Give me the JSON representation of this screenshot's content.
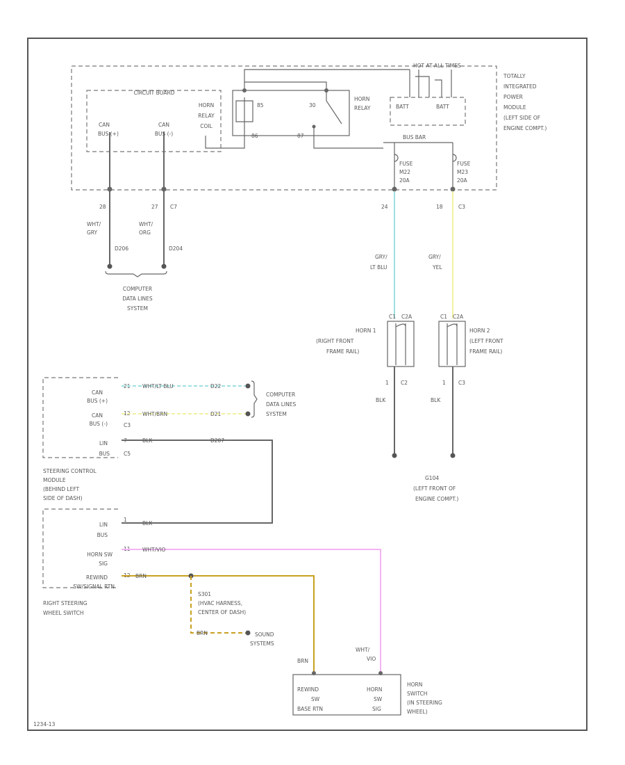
{
  "colors": {
    "lt_blu": "#9fe0e0",
    "yel": "#f0f0a0",
    "vio": "#f3b3f3",
    "brn": "#c8a020",
    "blk": "#555555"
  },
  "tipm": {
    "top_label": "HOT AT ALL TIMES",
    "side_label": [
      "TOTALLY",
      "INTEGRATED",
      "POWER",
      "MODULE",
      "(LEFT SIDE OF",
      "ENGINE COMPT.)"
    ],
    "circuit_board": "CIRCUIT BOARD",
    "can_h": [
      "CAN",
      "BUS (+)"
    ],
    "can_l": [
      "CAN",
      "BUS (-)"
    ],
    "horn_relay_coil": [
      "HORN",
      "RELAY",
      "COIL"
    ],
    "relay_pins": [
      "85",
      "30",
      "86",
      "87"
    ],
    "horn_relay": [
      "HORN",
      "RELAY"
    ],
    "batt_fuse": [
      "BATT",
      "BATT"
    ],
    "bus_bar": "BUS BAR",
    "fuse1": [
      "FUSE",
      "M22",
      "20A"
    ],
    "fuse2": [
      "FUSE",
      "M23",
      "20A"
    ]
  },
  "tipm_pins": {
    "p1": [
      "28",
      "C7"
    ],
    "p2": [
      "27",
      "C7"
    ],
    "p3": [
      "24",
      "C3"
    ],
    "p4": [
      "18",
      "C3"
    ]
  },
  "wires_top": {
    "w1": [
      "WHT/",
      "GRY"
    ],
    "w2": [
      "WHT/",
      "ORG"
    ],
    "splice1": "D206",
    "splice2": "D204",
    "w3": [
      "GRY/",
      "LT BLU"
    ],
    "w4": [
      "GRY/",
      "YEL"
    ]
  },
  "computer_data_top": [
    "COMPUTER",
    "DATA LINES",
    "SYSTEM"
  ],
  "horn1": {
    "pins": [
      "C1",
      "C2A"
    ],
    "label": [
      "HORN 1",
      "(RIGHT FRONT",
      "FRAME RAIL)"
    ],
    "ground_pin": [
      "1",
      "C2"
    ],
    "ground_wire": "BLK"
  },
  "horn2": {
    "pins": [
      "C1",
      "C2A"
    ],
    "label": [
      "HORN 2",
      "(LEFT FRONT",
      "FRAME RAIL)"
    ],
    "ground_pin": [
      "1",
      "C3"
    ],
    "ground_wire": "BLK"
  },
  "ground": [
    "G104",
    "(LEFT FRONT OF",
    "ENGINE COMPT.)"
  ],
  "scm": {
    "can_h": [
      "CAN",
      "BUS (+)"
    ],
    "can_l": [
      "CAN",
      "BUS (-)"
    ],
    "lin": [
      "LIN",
      "BUS"
    ],
    "pins": [
      "21",
      "12",
      "C3",
      "7",
      "C5"
    ],
    "wire_h": "WHT/LT BLU",
    "wire_l": "WHT/BRN",
    "wire_lin": "BLK",
    "splice_h": "D22",
    "splice_l": "D21",
    "splice_lin": "D207",
    "label": [
      "STEERING CONTROL",
      "MODULE",
      "(BEHIND LEFT",
      "SIDE OF DASH)"
    ]
  },
  "computer_data_mid": [
    "COMPUTER",
    "DATA LINES",
    "SYSTEM"
  ],
  "rsws": {
    "lin": [
      "LIN",
      "BUS"
    ],
    "horn": [
      "HORN SW",
      "SIG"
    ],
    "rewind": [
      "REWIND",
      "SW/SIGNAL RTN"
    ],
    "pins": [
      "1",
      "11",
      "12"
    ],
    "wire_lin": "BLK",
    "wire_horn": "WHT/VIO",
    "wire_rewind": "BRN",
    "label": [
      "RIGHT STEERING",
      "WHEEL SWITCH"
    ]
  },
  "splice_s": {
    "label": [
      "S301",
      "(HVAC HARNESS,",
      "CENTER OF DASH)"
    ],
    "wire": "BRN",
    "sound": [
      "SOUND",
      "SYSTEMS"
    ]
  },
  "horn_switch": {
    "wire_brn": "BRN",
    "wire_vio": [
      "WHT/",
      "VIO"
    ],
    "left": [
      "REWIND",
      "SW",
      "BASE RTN"
    ],
    "right": [
      "HORN",
      "SW",
      "SIG"
    ],
    "label": [
      "HORN",
      "SWITCH",
      "(IN STEERING",
      "WHEEL)"
    ]
  },
  "footer": "1234-13"
}
